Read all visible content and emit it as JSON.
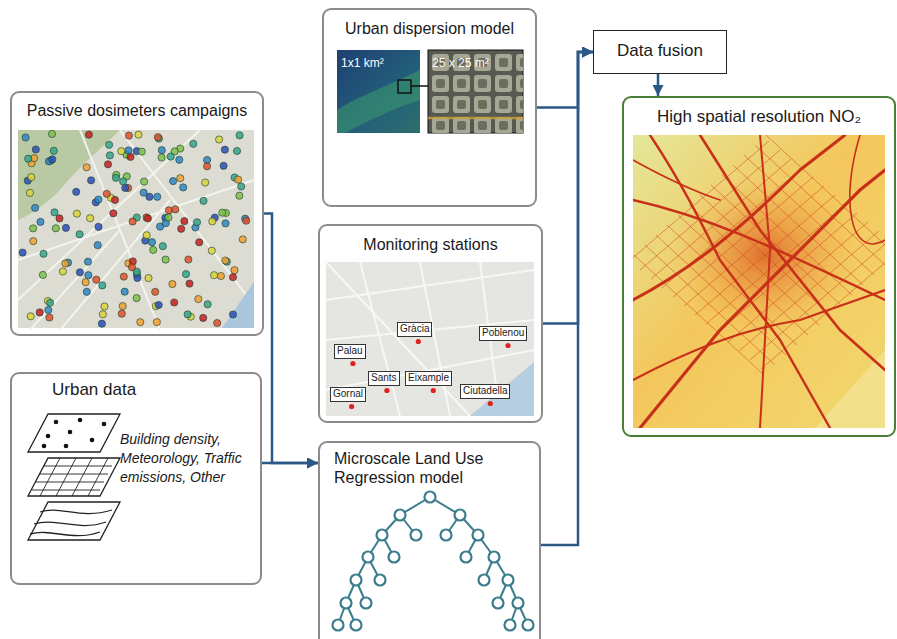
{
  "diagram": {
    "nodes": [
      {
        "text": [
          "Passive dosimeters campaigns"
        ]
      },
      {
        "text": [
          "Urban data",
          "Building density, Meteorology, Traffic emissions, Other"
        ]
      },
      {
        "text": [
          "Urban dispersion model"
        ]
      },
      {
        "text": [
          "Monitoring stations"
        ]
      },
      {
        "text": [
          "Microscale Land Use Regression model"
        ]
      },
      {
        "text": [
          "Data fusion"
        ]
      },
      {
        "text": [
          "High spatial resolution NO₂"
        ]
      }
    ],
    "edges": [
      {
        "from": 0,
        "to": 4,
        "arrow": "to"
      },
      {
        "from": 1,
        "to": 4,
        "arrow": "to"
      },
      {
        "from": 2,
        "to": 5,
        "arrow": "to"
      },
      {
        "from": 3,
        "to": 5,
        "arrow": "to"
      },
      {
        "from": 4,
        "to": 5,
        "arrow": "to"
      },
      {
        "from": 5,
        "to": 6,
        "arrow": "to"
      }
    ],
    "labels": [
      "1x1 km²",
      "25 x 25 m²",
      "Gràcia",
      "Poblenou",
      "Palau",
      "Sants",
      "Eixample",
      "Ciutadella",
      "Gornal"
    ]
  }
}
